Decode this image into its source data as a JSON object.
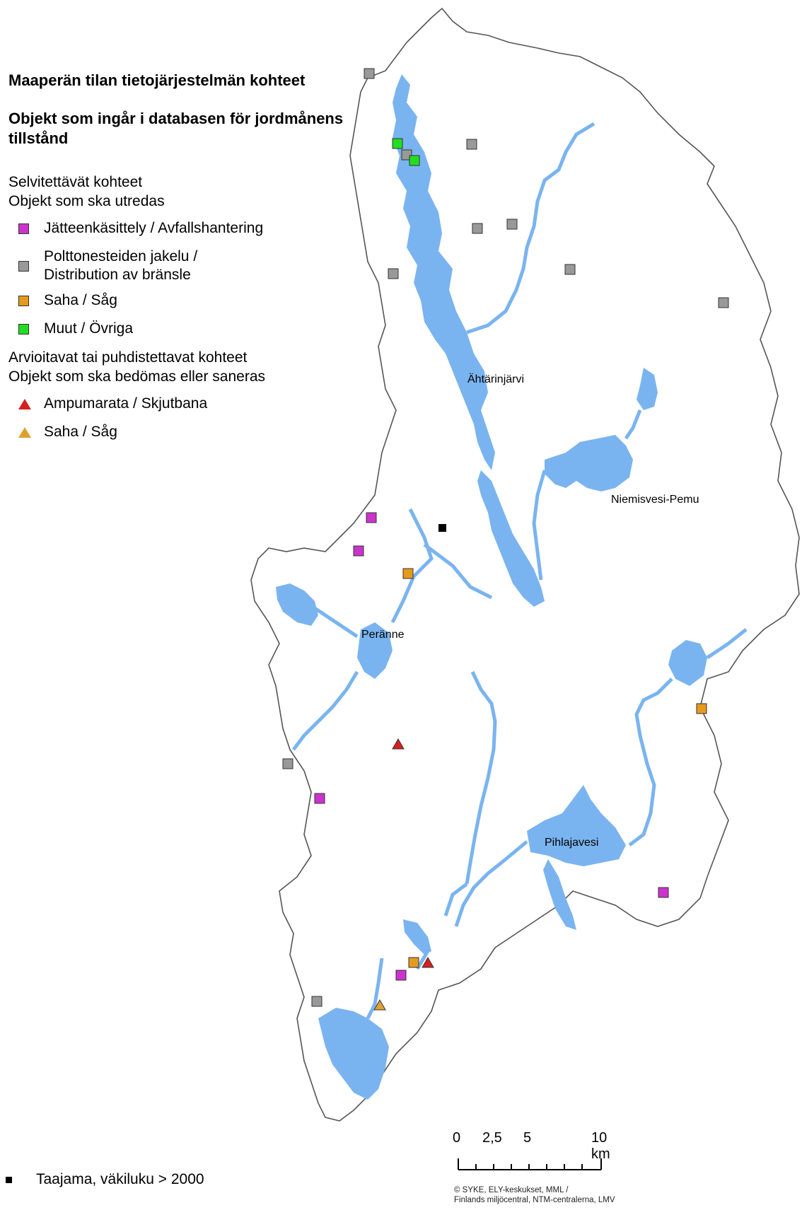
{
  "title": {
    "fi": "Maaperän tilan tietojärjestelmän kohteet",
    "sv": "Objekt som ingår i databasen för jordmånens tillstånd"
  },
  "legend": {
    "section1": {
      "fi": "Selvitettävät kohteet",
      "sv": "Objekt som ska utredas"
    },
    "items1": [
      {
        "label": "Jätteenkäsittely / Avfallshantering",
        "color": "#cc33cc",
        "shape": "square"
      },
      {
        "label": "Polttonesteiden jakelu / Distribution av bränsle",
        "color": "#999999",
        "shape": "square"
      },
      {
        "label": "Saha / Såg",
        "color": "#e59a1f",
        "shape": "square"
      },
      {
        "label": "Muut / Övriga",
        "color": "#22dd22",
        "shape": "square"
      }
    ],
    "section2": {
      "fi": "Arvioitavat tai puhdistettavat kohteet",
      "sv": "Objekt som ska bedömas eller saneras"
    },
    "items2": [
      {
        "label": "Ampumarata / Skjutbana",
        "color": "#d62020",
        "shape": "triangle"
      },
      {
        "label": "Saha / Såg",
        "color": "#e0a030",
        "shape": "triangle"
      }
    ]
  },
  "lakes": [
    "Ähtärinjärvi",
    "Niemisvesi-Pemu",
    "Peränne",
    "Pihlajavesi"
  ],
  "scale": {
    "ticks": [
      "0",
      "2,5",
      "5",
      "10 km"
    ]
  },
  "taajama": "Taajama, väkiluku > 2000",
  "credit": [
    "© SYKE, ELY-keskukset, MML /",
    "Finlands miljöcentral, NTM-centralerna, LMV"
  ],
  "colors": {
    "water": "#7ab4f0",
    "boundary": "#555555"
  }
}
